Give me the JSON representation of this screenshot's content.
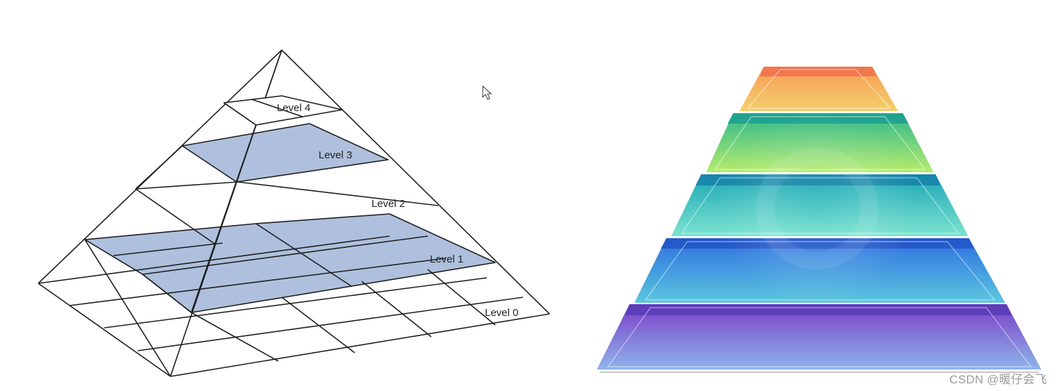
{
  "left_pyramid": {
    "levels": [
      {
        "label": "Level 4"
      },
      {
        "label": "Level 3"
      },
      {
        "label": "Level 2"
      },
      {
        "label": "Level 1"
      },
      {
        "label": "Level 0"
      }
    ],
    "highlight_color": "#aec0dd",
    "line_color": "#1f1f1f"
  },
  "right_pyramid": {
    "tiers": [
      {
        "color_top": "#f79a55",
        "color_bottom": "#f3d06c"
      },
      {
        "color_top": "#2fb88e",
        "color_bottom": "#b5ec6c"
      },
      {
        "color_top": "#1da7b6",
        "color_bottom": "#7be3cf"
      },
      {
        "color_top": "#2d6fe0",
        "color_bottom": "#5cc7df"
      },
      {
        "color_top": "#7a3fc8",
        "color_bottom": "#8fb4ea"
      }
    ]
  },
  "watermark": "CSDN @暖仔会飞"
}
